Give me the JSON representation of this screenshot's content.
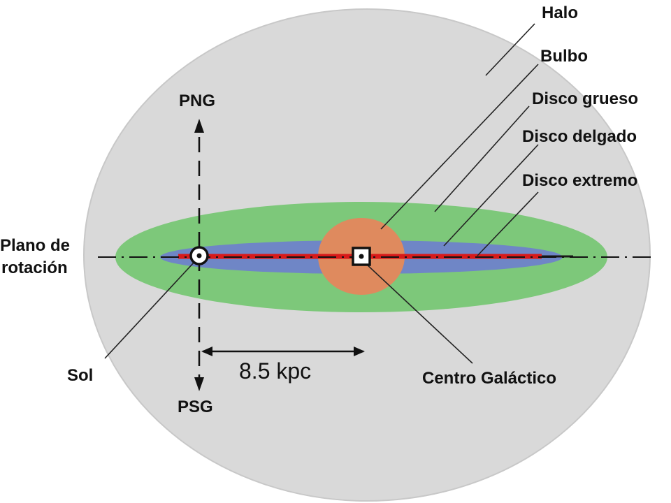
{
  "labels": {
    "halo": "Halo",
    "bulbo": "Bulbo",
    "disco_grueso": "Disco grueso",
    "disco_delgado": "Disco delgado",
    "disco_extremo": "Disco extremo",
    "png": "PNG",
    "psg": "PSG",
    "plano_line1": "Plano de",
    "plano_line2": "rotación",
    "sol": "Sol",
    "centro": "Centro Galáctico",
    "distance": "8.5 kpc"
  },
  "colors": {
    "halo": "#d9d9d9",
    "thick_disk": "#7dc87a",
    "thin_disk": "#6f86c6",
    "bulge": "#df8a5e",
    "extreme_disk": "#d81a1a"
  }
}
